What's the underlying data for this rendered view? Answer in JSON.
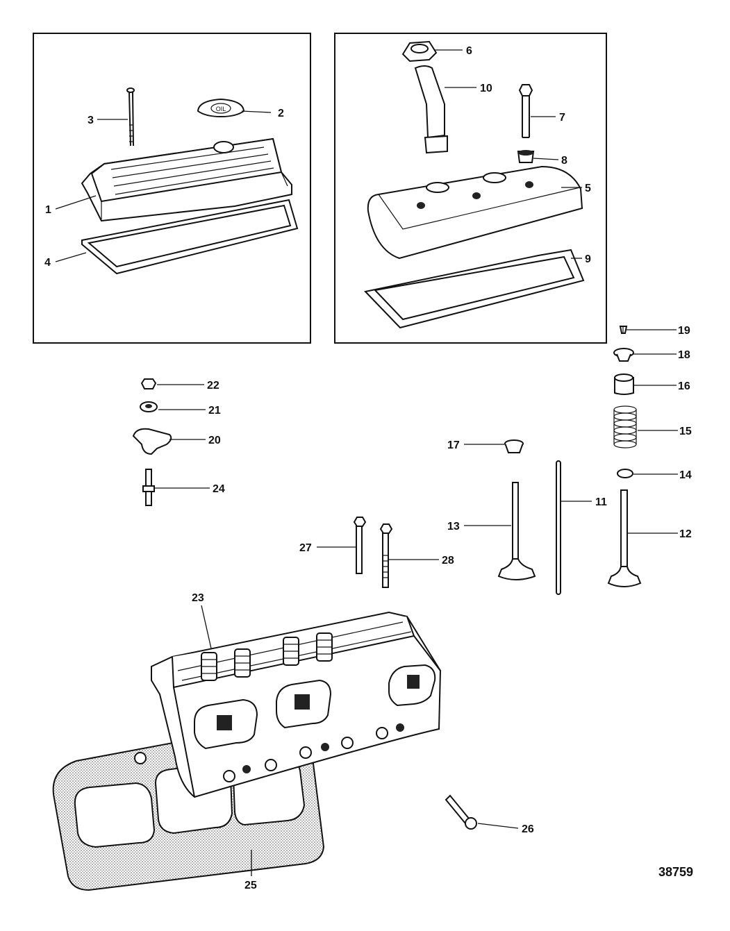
{
  "figure_number": "38759",
  "callouts": {
    "c1": "1",
    "c2": "2",
    "c3": "3",
    "c4": "4",
    "c5": "5",
    "c6": "6",
    "c7": "7",
    "c8": "8",
    "c9": "9",
    "c10": "10",
    "c11": "11",
    "c12": "12",
    "c13": "13",
    "c14": "14",
    "c15": "15",
    "c16": "16",
    "c17": "17",
    "c18": "18",
    "c19": "19",
    "c20": "20",
    "c21": "21",
    "c22": "22",
    "c23": "23",
    "c24": "24",
    "c25": "25",
    "c26": "26",
    "c27": "27",
    "c28": "28"
  },
  "cap_text": "OIL"
}
